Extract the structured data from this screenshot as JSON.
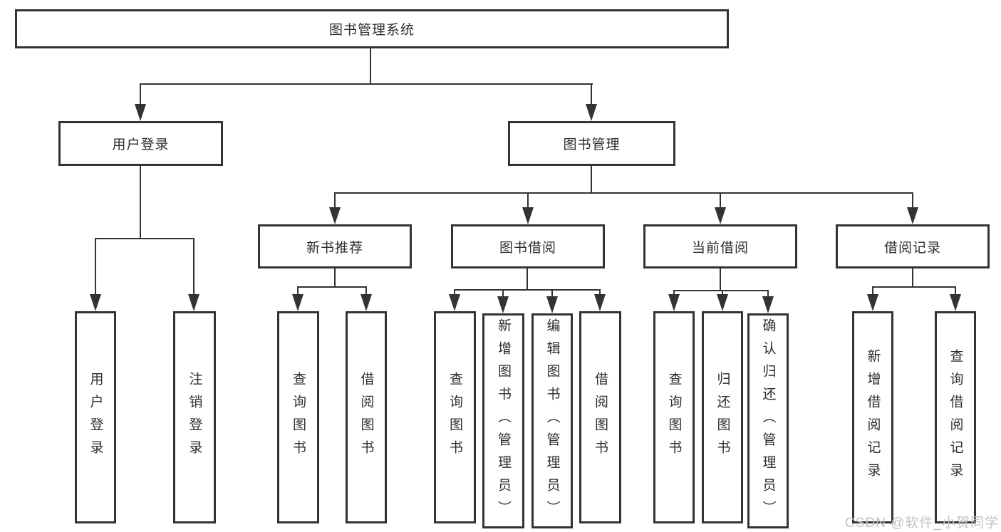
{
  "diagram": {
    "type": "hierarchy-diagram",
    "nodes": {
      "root": {
        "label": "图书管理系统"
      },
      "user_login": {
        "label": "用户登录"
      },
      "book_mgmt": {
        "label": "图书管理"
      },
      "new_book_rec": {
        "label": "新书推荐"
      },
      "book_borrow": {
        "label": "图书借阅"
      },
      "current_borrow": {
        "label": "当前借阅"
      },
      "borrow_records": {
        "label": "借阅记录"
      },
      "leaf_user_login": {
        "label": "用户登录",
        "parent": "用户登录"
      },
      "leaf_logout": {
        "label": "注销登录",
        "parent": "用户登录"
      },
      "leaf_query_book_1": {
        "label": "查询图书",
        "parent": "新书推荐"
      },
      "leaf_borrow_book_1": {
        "label": "借阅图书",
        "parent": "新书推荐"
      },
      "leaf_query_book_2": {
        "label": "查询图书",
        "parent": "图书借阅"
      },
      "leaf_add_book": {
        "label": "新增图书（管理员）",
        "parent": "图书借阅"
      },
      "leaf_edit_book": {
        "label": "编辑图书（管理员）",
        "parent": "图书借阅"
      },
      "leaf_borrow_book_2": {
        "label": "借阅图书",
        "parent": "图书借阅"
      },
      "leaf_query_book_3": {
        "label": "查询图书",
        "parent": "当前借阅"
      },
      "leaf_return_book": {
        "label": "归还图书",
        "parent": "当前借阅"
      },
      "leaf_confirm_return": {
        "label": "确认归还（管理员）",
        "parent": "当前借阅"
      },
      "leaf_add_record": {
        "label": "新增借阅记录",
        "parent": "借阅记录"
      },
      "leaf_query_record": {
        "label": "查询借阅记录",
        "parent": "借阅记录"
      }
    },
    "watermark": "CSDN @软件_小贺同学",
    "colors": {
      "line": "#333333",
      "box_border": "#333333",
      "text": "#2d2d2d",
      "watermark": "#c3c2c2",
      "background": "#ffffff"
    }
  }
}
